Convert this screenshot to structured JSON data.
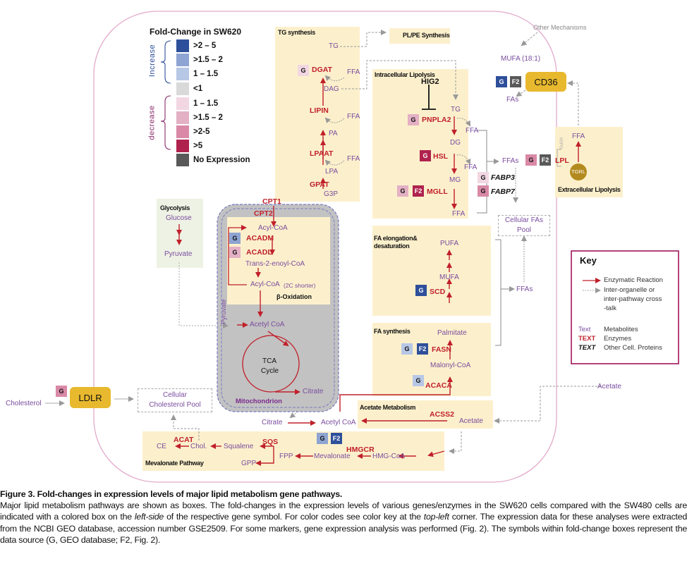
{
  "figure": {
    "caption_title": "Figure 3. Fold-changes in expression levels of major lipid metabolism gene pathways.",
    "caption_body_1": "Major lipid metabolism pathways are shown as boxes. The fold-changes in the expression levels of various genes/enzymes in the SW620 cells compared with the SW480 cells are indicated with a colored box on the ",
    "caption_em_1": "left-side",
    "caption_body_2": " of the respective gene symbol. For color codes see color key at the ",
    "caption_em_2": "top-left",
    "caption_body_3": " corner. The expression data for these analyses were extracted from the NCBI GEO database, accession number GSE2509. For some markers, gene expression analysis was performed (Fig. 2). The symbols within fold-change boxes represent the data source (G, GEO database; F2, Fig. 2)."
  },
  "colors": {
    "inc_2_5": "#2e4f9a",
    "inc_15_2": "#8ea4d2",
    "inc_1_15": "#b7c7e6",
    "lt1": "#d9d9d9",
    "dec_1_15": "#f2d7e2",
    "dec_15_2": "#e4b0c4",
    "dec_2_5": "#d989a6",
    "dec_gt5": "#b0224e",
    "no_expr": "#595959",
    "enzyme": "#c0202a",
    "metabolite": "#7a4c9e",
    "pathway_box": "#fcf0cc",
    "glycolysis_box": "#eef2e4",
    "receptor": "#e8b92e",
    "cell_membrane": "#e2aacb",
    "key_border": "#a0145c"
  },
  "legend": {
    "title": "Fold-Change in SW620",
    "increase_label": "Increase",
    "decrease_label": "decrease",
    "items": [
      {
        "label": ">2 – 5",
        "color_key": "inc_2_5"
      },
      {
        "label": ">1.5 – 2",
        "color_key": "inc_15_2"
      },
      {
        "label": "1 –  1.5",
        "color_key": "inc_1_15"
      },
      {
        "label": "<1",
        "color_key": "lt1"
      },
      {
        "label": "1 – 1.5",
        "color_key": "dec_1_15"
      },
      {
        "label": ">1.5 – 2",
        "color_key": "dec_15_2"
      },
      {
        "label": ">2-5",
        "color_key": "dec_2_5"
      },
      {
        "label": ">5",
        "color_key": "dec_gt5"
      },
      {
        "label": "No Expression",
        "color_key": "no_expr"
      }
    ]
  },
  "key": {
    "title": "Key",
    "enzymatic": "Enzymatic Reaction",
    "crosstalk_1": "Inter-organelle or",
    "crosstalk_2": "inter-pathway cross",
    "crosstalk_3": "-talk",
    "text_sample": "Text",
    "text_upper": "TEXT",
    "metabolites": "Metabolites",
    "enzymes": "Enzymes",
    "other": "Other Cell. Proteins"
  },
  "pathways": {
    "tg_synthesis": {
      "title": "TG synthesis",
      "metabolites": {
        "tg": "TG",
        "dag": "DAG",
        "pa": "PA",
        "lpa": "LPA",
        "g3p": "G3P",
        "ffa": "FFA"
      },
      "enzymes": {
        "dgat": "DGAT",
        "lipin": "LIPIN",
        "lpaat": "LPAAT",
        "gpat": "GPAT"
      },
      "badges": {
        "dgat_g": "G"
      }
    },
    "plpe": {
      "title": "PL/PE Synthesis"
    },
    "intracellular_lipolysis": {
      "title": "Intracellular Lipolysis",
      "inhibitor": "HIG2",
      "metabolites": {
        "tg": "TG",
        "dg": "DG",
        "mg": "MG",
        "ffa": "FFA"
      },
      "enzymes": {
        "pnpla2": "PNPLA2",
        "hsl": "HSL",
        "mgll": "MGLL"
      },
      "badges": {
        "pnpla2_g": "G",
        "hsl_g": "G",
        "mgll_g": "G",
        "mgll_f2": "F2"
      }
    },
    "fabp": {
      "fabp3": "FABP3",
      "fabp7": "FABP7",
      "badges": {
        "fabp3_g": "G",
        "fabp7_g": "G"
      },
      "ffas": "FFAs"
    },
    "other_mechanisms": "Other Mechanisms",
    "mufa_181": "MUFA (18:1)",
    "cd36": {
      "label": "CD36",
      "g": "G",
      "f2": "F2",
      "fas": "FAs"
    },
    "extracellular_lipolysis": {
      "title": "Extracellular Lipolysis",
      "ffa": "FFA",
      "tgrl": "TGRL",
      "lpl": "LPL",
      "hspg": "HSPG",
      "badges": {
        "lpl_g": "G",
        "lpl_f2": "F2"
      },
      "ffas": "FFAs"
    },
    "cellular_fas_pool": "Cellular FAs Pool",
    "fa_elongation": {
      "title_1": "FA elongation&",
      "title_2": "desaturation",
      "metabolites": {
        "pufa": "PUFA",
        "mufa": "MUFA"
      },
      "enzymes": {
        "scd": "SCD"
      },
      "badges": {
        "scd_g": "G"
      },
      "ffas": "FFAs"
    },
    "fa_synthesis": {
      "title": "FA synthesis",
      "metabolites": {
        "palmitate": "Palmitate",
        "malonyl": "Malonyl-CoA"
      },
      "enzymes": {
        "fasn": "FASN",
        "acaca": "ACACA"
      },
      "badges": {
        "fasn_g": "G",
        "fasn_f2": "F2",
        "acaca_g": "G"
      }
    },
    "acetate_metabolism": {
      "title": "Acetate Metabolism",
      "enzyme": "ACSS2",
      "acetate": "Acetate",
      "acetyl_coa": "Acetyl CoA",
      "ext_acetate": "Acetate"
    },
    "glycolysis": {
      "title": "Glycolysis",
      "glucose": "Glucose",
      "pyruvate": "Pyruvate"
    },
    "mitochondrion": {
      "title": "Mitochondrion",
      "cpt1": "CPT1",
      "cpt2": "CPT2",
      "acyl_coa": "Acyl-CoA",
      "acadm": "ACADM",
      "acadl": "ACADL",
      "trans": "Trans-2-enoyl-CoA",
      "acyl_coa_short": "Acyl-CoA",
      "shorter": "(2C shorter)",
      "beta_ox": "β-Oxidation",
      "pyruvate": "Pyruvate",
      "acetyl_coa": "Acetyl CoA",
      "tca_1": "TCA",
      "tca_2": "Cycle",
      "citrate": "Citrate",
      "badges": {
        "acadm_g": "G",
        "acadl_g": "G"
      }
    },
    "cholesterol": {
      "cholesterol": "Cholesterol",
      "ldlr": "LDLR",
      "ldlr_g": "G",
      "pool_1": "Cellular",
      "pool_2": "Cholesterol Pool",
      "citrate": "Citrate"
    },
    "mevalonate": {
      "title": "Mevalonate Pathway",
      "metabolites": {
        "ce": "CE",
        "chol": "Chol.",
        "squalene": "Squalene",
        "gpp": "GPP",
        "fpp": "FPP",
        "mevalonate": "Mevalonate",
        "hmgcoa": "HMG-CoA"
      },
      "enzymes": {
        "acat": "ACAT",
        "sqs": "SQS",
        "hmgcr": "HMGCR"
      },
      "badges": {
        "hmgcr_g": "G",
        "hmgcr_f2": "F2"
      }
    }
  }
}
